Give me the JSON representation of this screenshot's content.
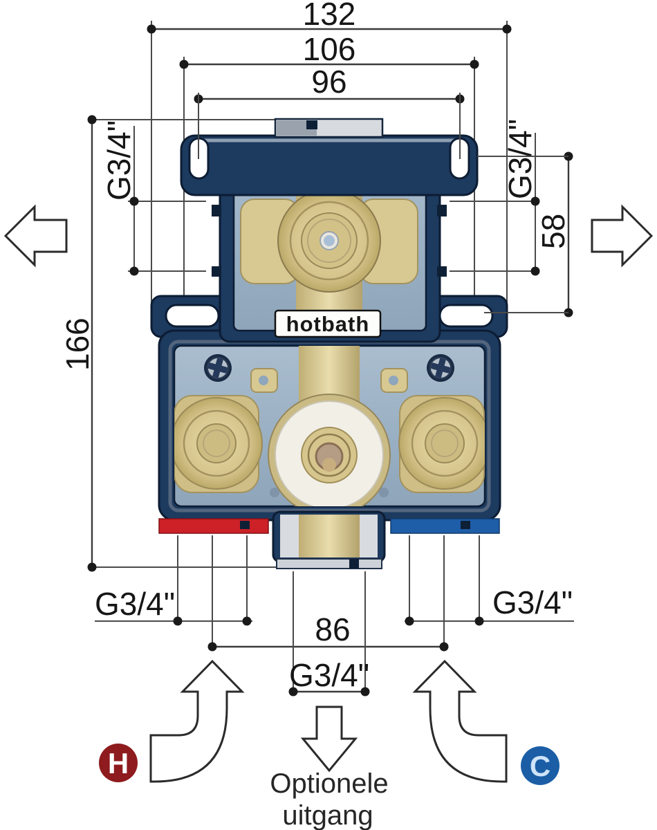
{
  "drawing": {
    "brand": "hotbath",
    "dimensions": {
      "overall_width_mm": "132",
      "bracket_width_mm": "106",
      "top_slot_spacing_mm": "96",
      "overall_height_mm": "166",
      "slot_vertical_offset_mm": "58",
      "inlet_spacing_mm": "86"
    },
    "threads": {
      "side_left": "G3/4\"",
      "side_right": "G3/4\"",
      "bottom_left": "G3/4\"",
      "bottom_right": "G3/4\"",
      "outlet": "G3/4\""
    },
    "flows": {
      "hot": "H",
      "cold": "C"
    },
    "outlet_note": {
      "line1": "Optionele",
      "line2": "uitgang"
    },
    "colors": {
      "frame_navy": "#1d3a5f",
      "frame_outline": "#0c1c33",
      "bevel_gray": "#97a3b0",
      "glass_blue": "#9fb4c8",
      "brass": "#d8c891",
      "brass_dark": "#a4935f",
      "dial_white": "#f2efe7",
      "hot_red": "#cc2127",
      "cold_blue": "#1e5ea8",
      "hot_badge": "#8e1b1e",
      "cold_badge": "#1b5ea6",
      "dimension_line": "#3a3a3a",
      "text": "#161616"
    }
  }
}
